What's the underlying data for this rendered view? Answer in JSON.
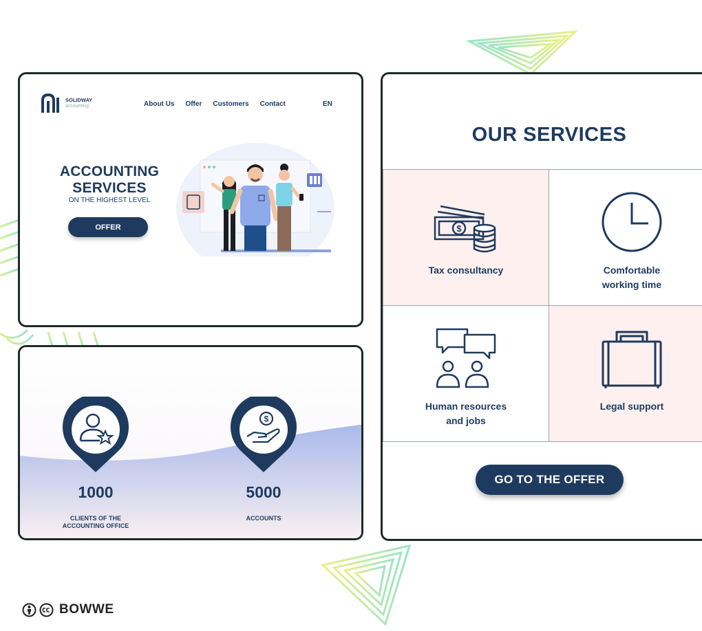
{
  "hero_card": {
    "logo_name": "SOLIDWAY",
    "logo_sub": "accounting",
    "nav": [
      "About Us",
      "Offer",
      "Customers",
      "Contact"
    ],
    "language": "EN",
    "title_line1": "ACCOUNTING",
    "title_line2": "SERVICES",
    "subtitle": "ON THE HIGHEST LEVEL",
    "offer_button": "OFFER"
  },
  "stats_card": {
    "stats": [
      {
        "value": "1000",
        "label_line1": "CLIENTS OF THE",
        "label_line2": "ACCOUNTING OFFICE",
        "icon": "client-star-icon"
      },
      {
        "value": "5000",
        "label_line1": "ACCOUNTS",
        "label_line2": "",
        "icon": "hand-coin-icon"
      }
    ]
  },
  "services_card": {
    "title": "OUR SERVICES",
    "services": [
      {
        "label_line1": "Tax consultancy",
        "label_line2": "",
        "icon": "money-coins-icon"
      },
      {
        "label_line1": "Comfortable",
        "label_line2": "working time",
        "icon": "clock-icon"
      },
      {
        "label_line1": "Human resources",
        "label_line2": "and jobs",
        "icon": "chat-people-icon"
      },
      {
        "label_line1": "Legal support",
        "label_line2": "",
        "icon": "briefcase-icon"
      }
    ],
    "cta_button": "GO TO THE OFFER"
  },
  "footer": {
    "brand": "BOWWE"
  },
  "colors": {
    "navy": "#1e3a5f",
    "pink_cell": "#fdf0ee",
    "wave_blue": "#aebde9",
    "card_border": "#1d2b27"
  }
}
